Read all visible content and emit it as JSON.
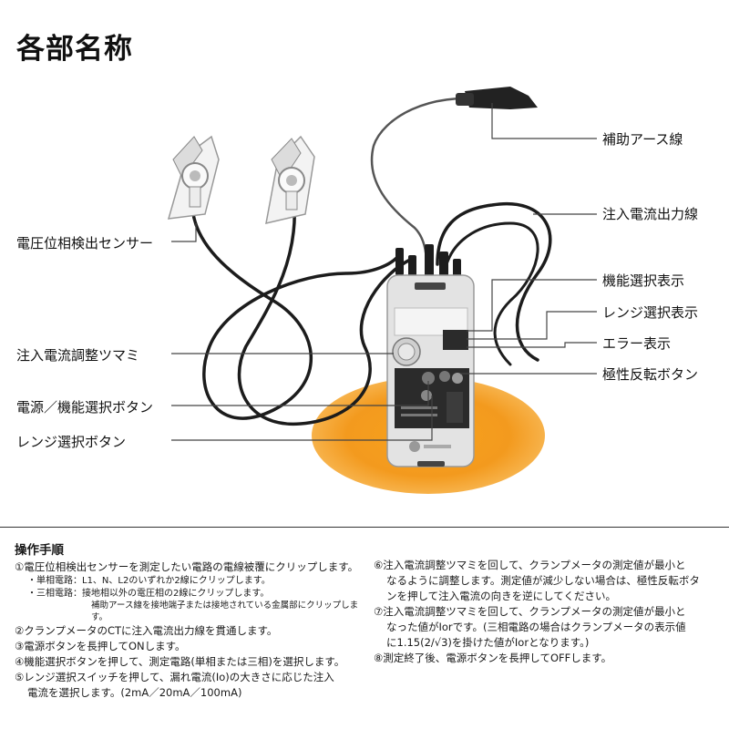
{
  "title": "各部名称",
  "labels": {
    "aux_earth": "補助アース線",
    "inject_output": "注入電流出力線",
    "func_display": "機能選択表示",
    "range_display": "レンジ選択表示",
    "error_display": "エラー表示",
    "polarity_button": "極性反転ボタン",
    "voltage_sensor": "電圧位相検出センサー",
    "inject_knob": "注入電流調整ツマミ",
    "power_button": "電源／機能選択ボタン",
    "range_button": "レンジ選択ボタン"
  },
  "procedure": {
    "title": "操作手順",
    "step1": "①電圧位相検出センサーを測定したい電路の電線被覆にクリップします。",
    "step1_single": "・単相電路：L1、N、L2のいずれか2線にクリップします。",
    "step1_three": "・三相電路：接地相以外の電圧相の2線にクリップします。",
    "step1_three_note": "補助アース線を接地端子または接地されている金属部にクリップします。",
    "step2": "②クランプメータのCTに注入電流出力線を貫通します。",
    "step3": "③電源ボタンを長押してONします。",
    "step4": "④機能選択ボタンを押して、測定電路(単相または三相)を選択します。",
    "step5_a": "⑤レンジ選択スイッチを押して、漏れ電流(Io)の大きさに応じた注入",
    "step5_b": "電流を選択します。(2mA／20mA／100mA)",
    "step6_a": "⑥注入電流調整ツマミを回して、クランプメータの測定値が最小と",
    "step6_b": "なるように調整します。測定値が減少しない場合は、極性反転ボタ",
    "step6_c": "ンを押して注入電流の向きを逆にしてください。",
    "step7_a": "⑦注入電流調整ツマミを回して、クランプメータの測定値が最小と",
    "step7_b": "なった値がIorです。(三相電路の場合はクランプメータの表示値",
    "step7_c": "に1.15(2/√3)を掛けた値がIorとなります。)",
    "step8": "⑧測定終了後、電源ボタンを長押してOFFします。"
  },
  "colors": {
    "accent_orange": "#f39a1e",
    "device_body": "#e6e6e6",
    "panel": "#2b2b2b"
  }
}
